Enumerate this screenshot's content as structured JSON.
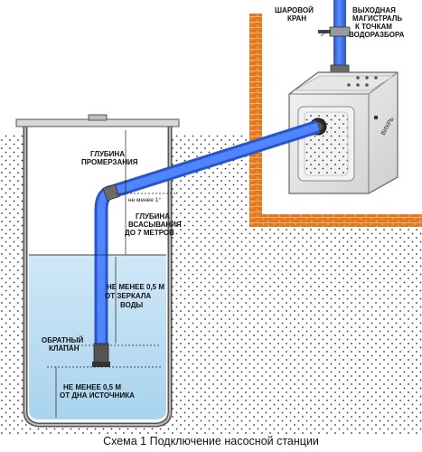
{
  "caption": "Схема 1 Подключение насосной станции",
  "labels": {
    "ball_valve": [
      "ШАРОВОЙ",
      "КРАН"
    ],
    "outlet_line": [
      "ВЫХОДНАЯ",
      "МАГИСТРАЛЬ",
      "К ТОЧКАМ",
      "ВОДОРАЗБОРА"
    ],
    "freezing_depth": [
      "ГЛУБИНА",
      "ПРОМЕРЗАНИЯ"
    ],
    "min_1": "не менее 1°",
    "suction_depth": [
      "ГЛУБИНА",
      "ВСАСЫВАНИЯ",
      "ДО 7 МЕТРОВ"
    ],
    "min_water": [
      "НЕ МЕНЕЕ 0,5 М",
      "ОТ ЗЕРКАЛА",
      "ВОДЫ"
    ],
    "check_valve": [
      "ОБРАТНЫЙ",
      "КЛАПАН"
    ],
    "min_bottom": [
      "НЕ МЕНЕЕ 0,5 М",
      "ОТ ДНА ИСТОЧНИКА"
    ],
    "pump_brand": "ВИХРЬ"
  },
  "colors": {
    "pipe": "#3d74f0",
    "water": "#b9dcf2",
    "brick": "#e2781f",
    "soil_dots": "#333333"
  }
}
